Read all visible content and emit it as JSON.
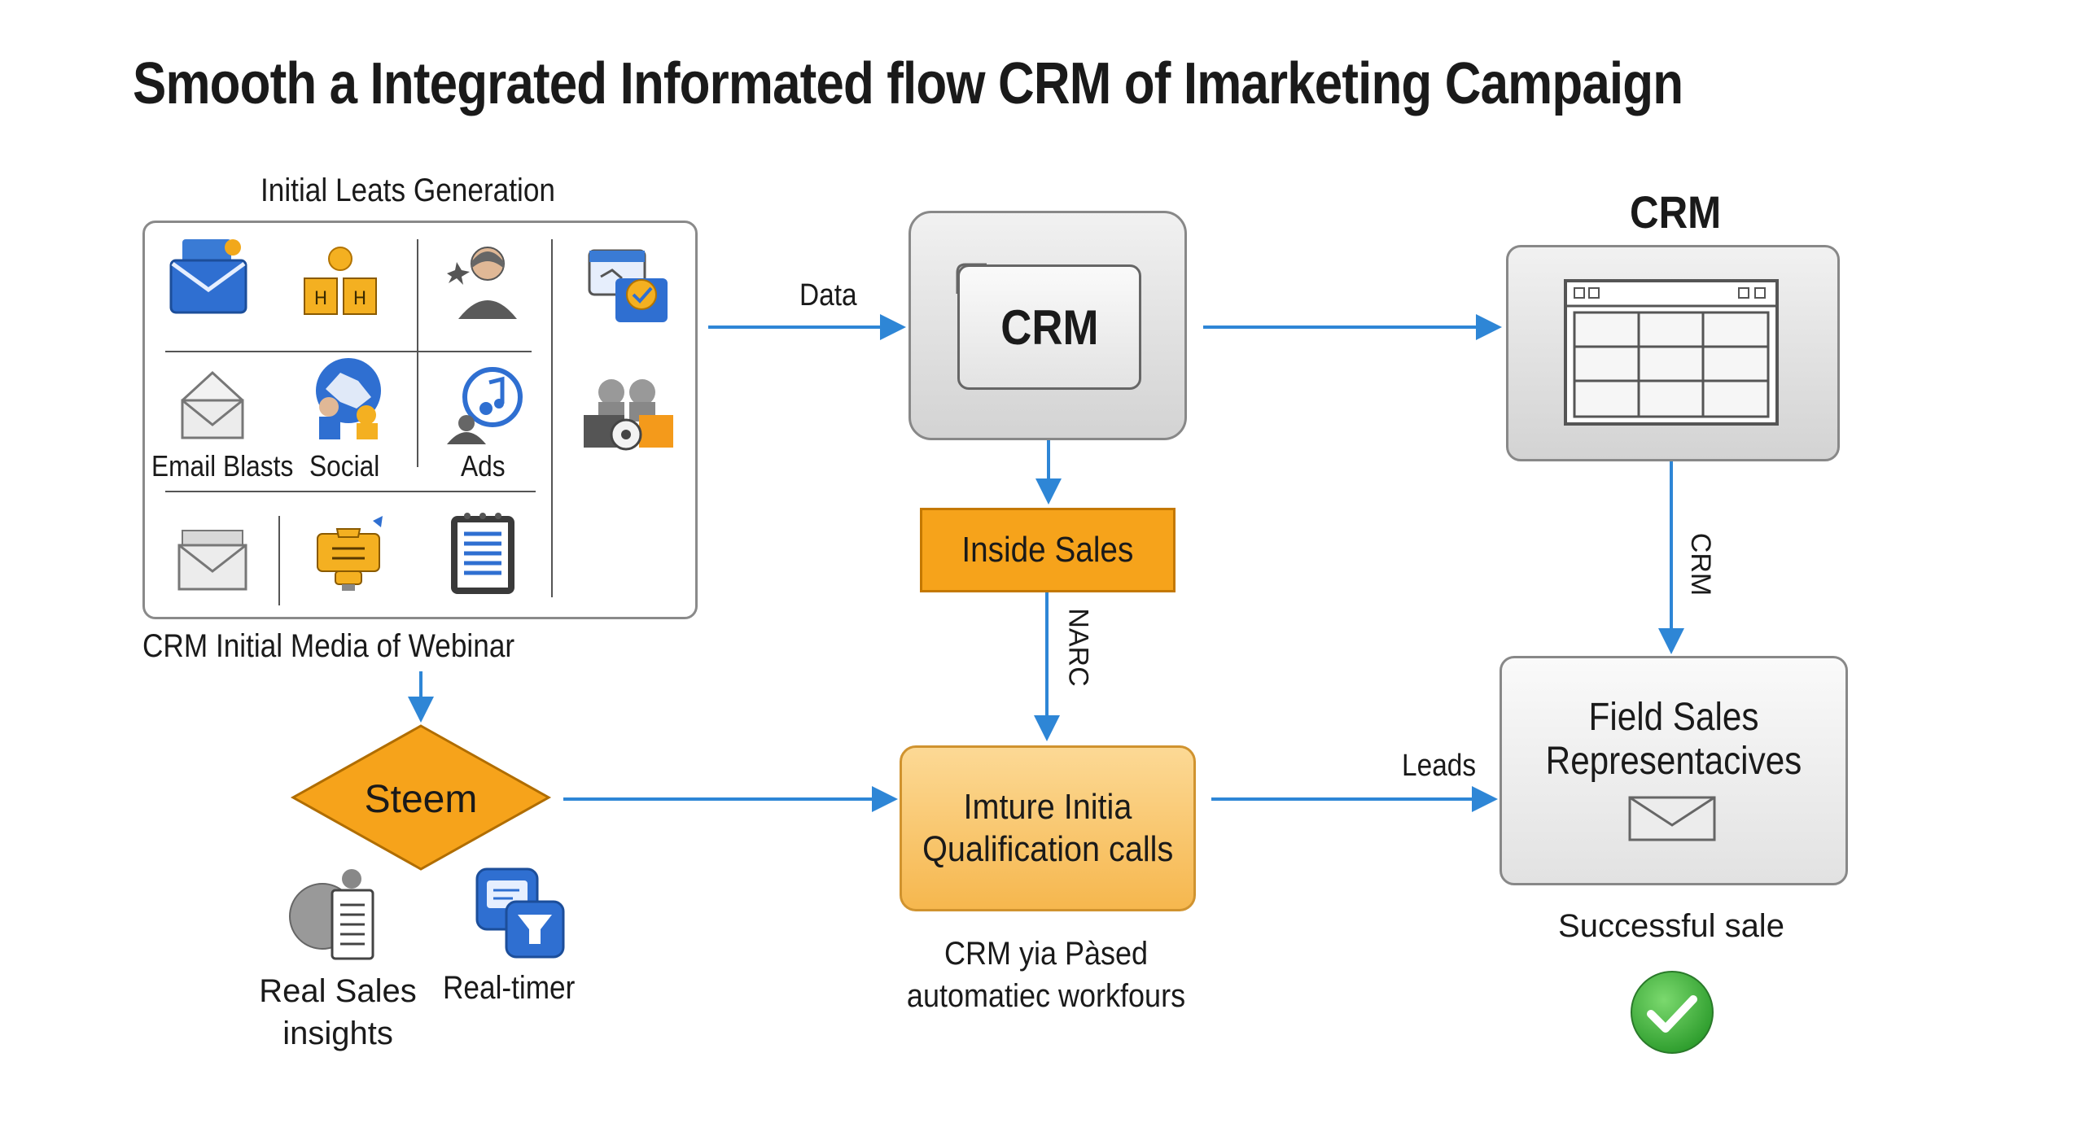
{
  "title": "Smooth a Integrated Informated flow CRM of Imarketing Campaign",
  "lead_generation": {
    "heading": "Initial Leats Generation",
    "labels": [
      "Email Blasts",
      "Social",
      "Ads"
    ],
    "caption": "CRM Initial Media of Webinar"
  },
  "edges": {
    "data": "Data",
    "narc": "NARC",
    "crm": "CRM",
    "leads": "Leads"
  },
  "crm_center": {
    "label": "CRM"
  },
  "crm_right": {
    "heading": "CRM"
  },
  "inside_sales": {
    "label": "Inside Sales"
  },
  "decision": {
    "label": "Steem"
  },
  "insights": {
    "label1": "Real Sales",
    "label2": "insights",
    "realtime": "Real-timer"
  },
  "qualification": {
    "line1": "Imture Initia",
    "line2": "Qualification calls",
    "caption1": "CRM yia Pàsed",
    "caption2": "automatiec workfours"
  },
  "field_sales": {
    "line1": "Field Sales",
    "line2": "Representacives",
    "caption": "Successful sale"
  },
  "colors": {
    "arrow": "#2e86d6",
    "orange": "#f6a31b",
    "green": "#3cae3a"
  }
}
